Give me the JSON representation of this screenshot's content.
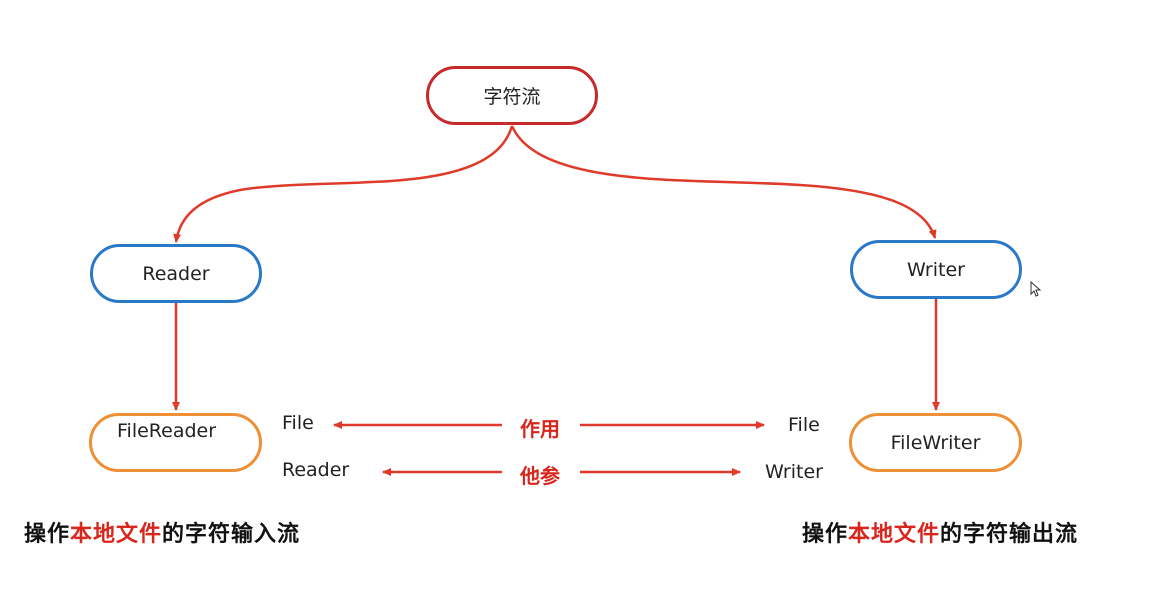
{
  "nodes": {
    "root": "字符流",
    "reader": "Reader",
    "writer": "Writer",
    "file_reader": "FileReader",
    "file_writer": "FileWriter"
  },
  "center": {
    "left_file": "File",
    "left_reader": "Reader",
    "right_file": "File",
    "right_writer": "Writer",
    "purpose": "作用",
    "suffix": "他参"
  },
  "captions": {
    "left": {
      "prefix": "操作",
      "highlight": "本地文件",
      "suffix": "的字符输入流"
    },
    "right": {
      "prefix": "操作",
      "highlight": "本地文件",
      "suffix": "的字符输出流"
    }
  },
  "colors": {
    "red": "#c8292b",
    "blue": "#2a79c7",
    "orange": "#ee9035",
    "arrow": "#e03a2a",
    "highlight": "#d9261c"
  }
}
